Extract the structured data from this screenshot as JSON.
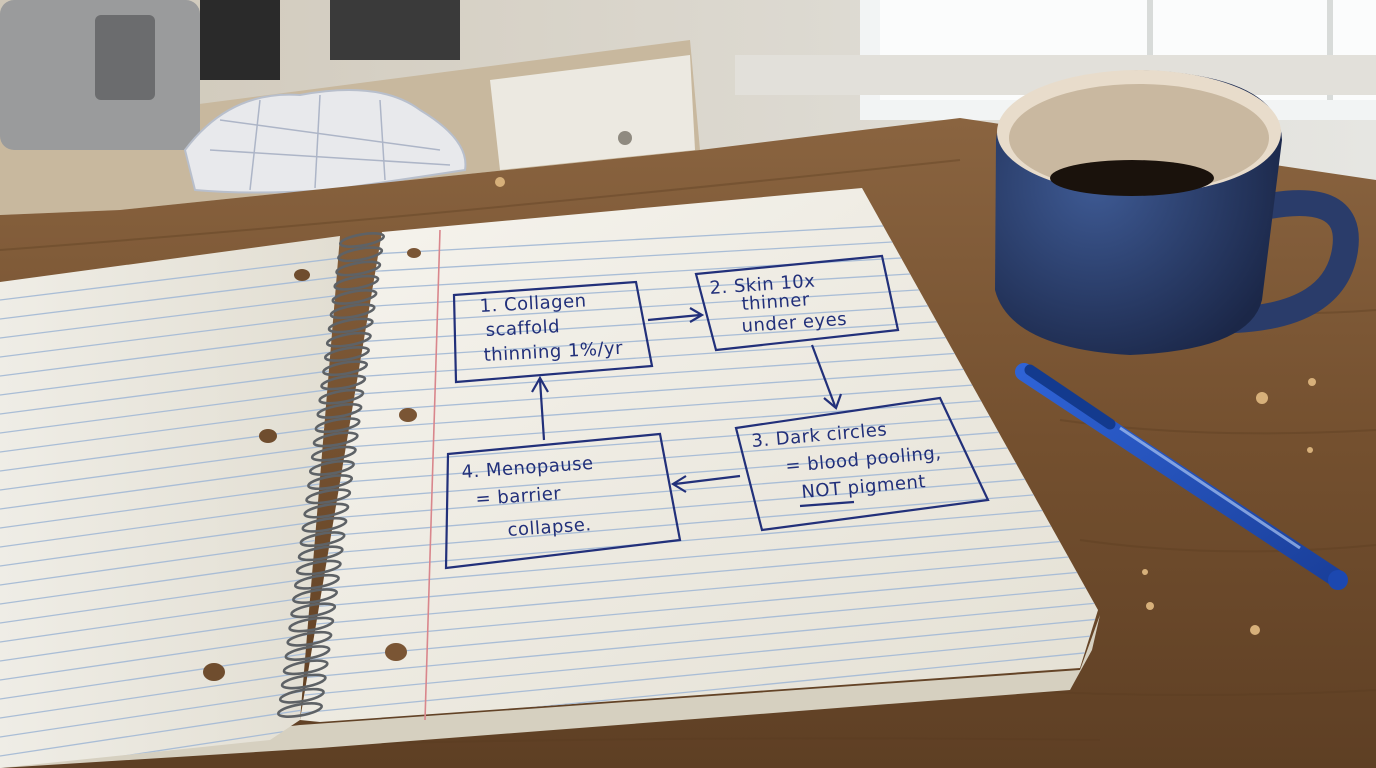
{
  "photo": {
    "description_tag": "kitchen-table-notebook",
    "colors": {
      "ink": "#22307a",
      "table": "#7a5534",
      "paper": "#f3f0e8",
      "rule": "#a9bdd6",
      "margin": "#d9868c",
      "mug": "#2b3f6e",
      "pen": "#1f4fb8"
    }
  },
  "diagram": {
    "box1": {
      "line1": "1. Collagen",
      "line2": "scaffold",
      "line3": "thinning 1%/yr"
    },
    "box2": {
      "line1": "2. Skin 10x",
      "line2": "thinner",
      "line3": "under eyes"
    },
    "box3": {
      "line1": "3. Dark circles",
      "line2": "= blood pooling,",
      "line3a": "NOT",
      "line3b": " pigment"
    },
    "box4": {
      "line1": "4. Menopause",
      "line2": "= barrier",
      "line3": "collapse."
    }
  }
}
